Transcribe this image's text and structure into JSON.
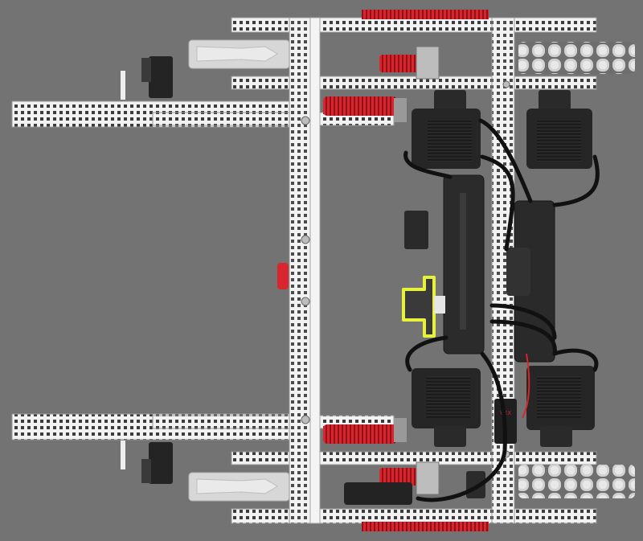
{
  "view": {
    "background": "#737373",
    "subject": "robot-top-view",
    "highlight_color": "#e6f23a"
  },
  "colors": {
    "frame": "#f2f2f2",
    "frame_edge": "#9a9a9a",
    "frame_holes": "#3c3c3c",
    "gear": "#d8252e",
    "gear_dark": "#8f1218",
    "motor": "#262626",
    "motor_dark": "#141414",
    "cable": "#111111",
    "omni_roller": "#cfcfcf",
    "bracket": "#dcdcdc"
  },
  "parts": {
    "brain_label": "VEX",
    "highlighted_part": "sensor-bracket"
  }
}
